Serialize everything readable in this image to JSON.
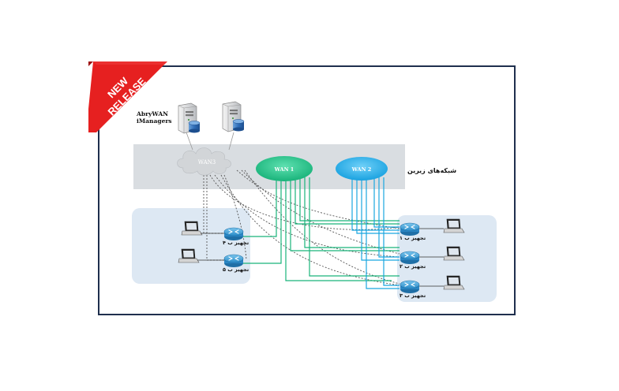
{
  "badge": {
    "line1": "NEW",
    "line2": "RELEASE",
    "color": "#e62020"
  },
  "servers": {
    "label_line1": "AbryWAN",
    "label_line2": "iManagers"
  },
  "clouds": {
    "wan3": "WAN3",
    "wan1": "WAN 1",
    "wan2": "WAN 2"
  },
  "inner_networks": {
    "label": "شبکه‌های زیرین"
  },
  "devices": {
    "left": [
      "تجهیز ب ۴",
      "تجهیز ب ۵"
    ],
    "right": [
      "تجهیز ب ۱",
      "تجهیز ب ۲",
      "تجهیز ب ۳"
    ]
  },
  "colors": {
    "frame": "#1f2f4d",
    "wan1": "#1ec08a",
    "wan2": "#1fa8e8",
    "wan3": "#d0d3d6",
    "router": "#3aa0d8",
    "link_green": "#19b37a",
    "link_blue": "#1aa6e0",
    "link_wan3": "#555555"
  }
}
